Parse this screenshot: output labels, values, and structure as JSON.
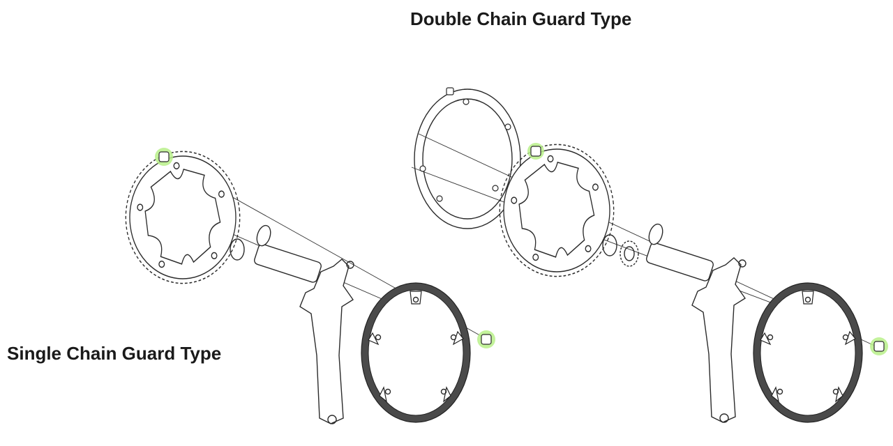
{
  "titles": {
    "double": "Double Chain Guard Type",
    "single": "Single Chain Guard Type"
  },
  "colors": {
    "highlight": "#b9f08a",
    "line": "#2b2b2b",
    "text": "#1a1a1a"
  },
  "assemblies": [
    {
      "name": "single-chain-guard-assembly",
      "parts": [
        "chainring-bolt",
        "chainring",
        "o-ring",
        "crank-arm",
        "chain-guard",
        "chain-guard-bolt"
      ]
    },
    {
      "name": "double-chain-guard-assembly",
      "parts": [
        "guard-screw",
        "inner-chain-guard",
        "chainring-bolt",
        "chainring",
        "o-ring",
        "spacer-ring",
        "crank-arm",
        "chain-guard",
        "chain-guard-bolt"
      ]
    }
  ]
}
